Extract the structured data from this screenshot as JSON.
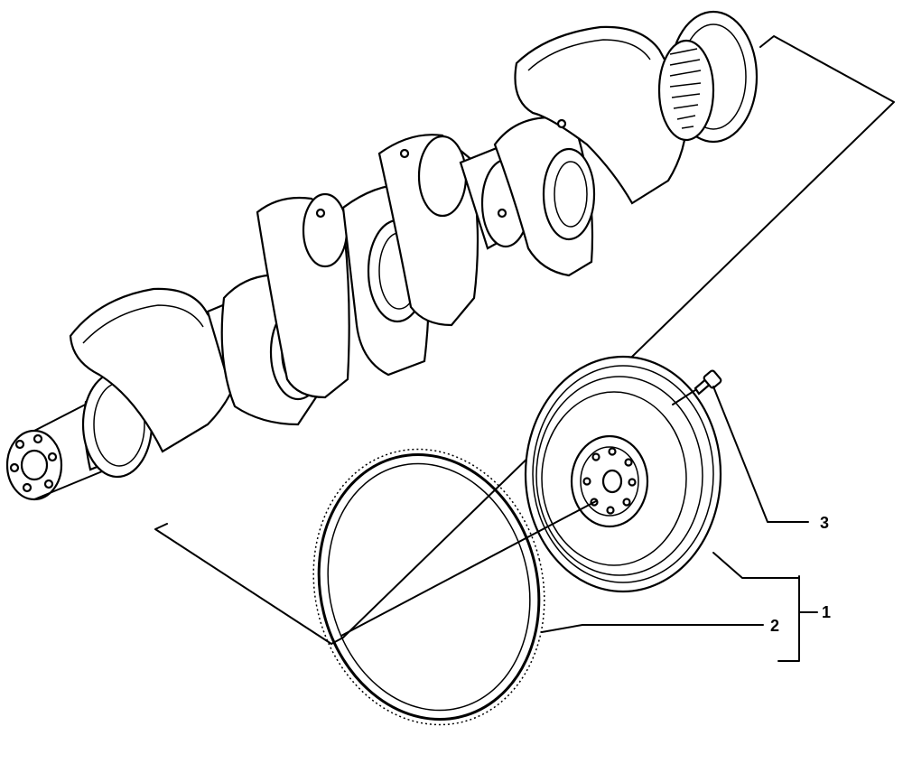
{
  "callouts": {
    "item_1": "1",
    "item_2": "2",
    "item_3": "3"
  },
  "colors": {
    "ink": "#000000",
    "paper": "#ffffff"
  }
}
